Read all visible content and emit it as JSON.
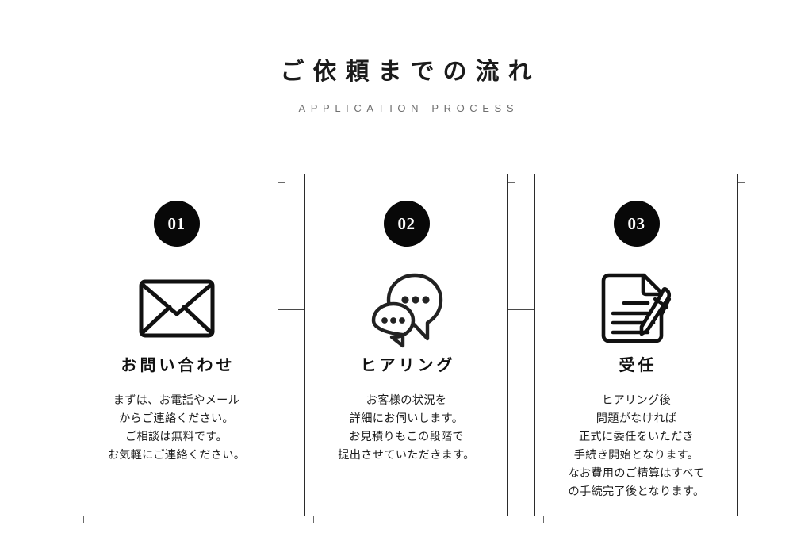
{
  "header": {
    "title": "ご依頼までの流れ",
    "subtitle": "APPLICATION PROCESS"
  },
  "colors": {
    "background": "#ffffff",
    "badge_fill": "#080808",
    "badge_text": "#ffffff",
    "card_border": "#2b2b2b",
    "ghost_border": "#6b6b6b",
    "title_text": "#1b1b1b",
    "subtitle_text": "#6f6f6f",
    "connector": "#4a4a4a"
  },
  "steps": [
    {
      "number": "01",
      "icon": "envelope-icon",
      "title": "お問い合わせ",
      "body": "まずは、お電話やメール\nからご連絡ください。\nご相談は無料です。\nお気軽にご連絡ください。"
    },
    {
      "number": "02",
      "icon": "speech-bubbles-icon",
      "title": "ヒアリング",
      "body": "お客様の状況を\n詳細にお伺いします。\nお見積りもこの段階で\n提出させていただきます。"
    },
    {
      "number": "03",
      "icon": "document-pen-icon",
      "title": "受任",
      "body": "ヒアリング後\n問題がなければ\n正式に委任をいただき\n手続き開始となります。\nなお費用のご精算はすべて\nの手続完了後となります。"
    }
  ]
}
